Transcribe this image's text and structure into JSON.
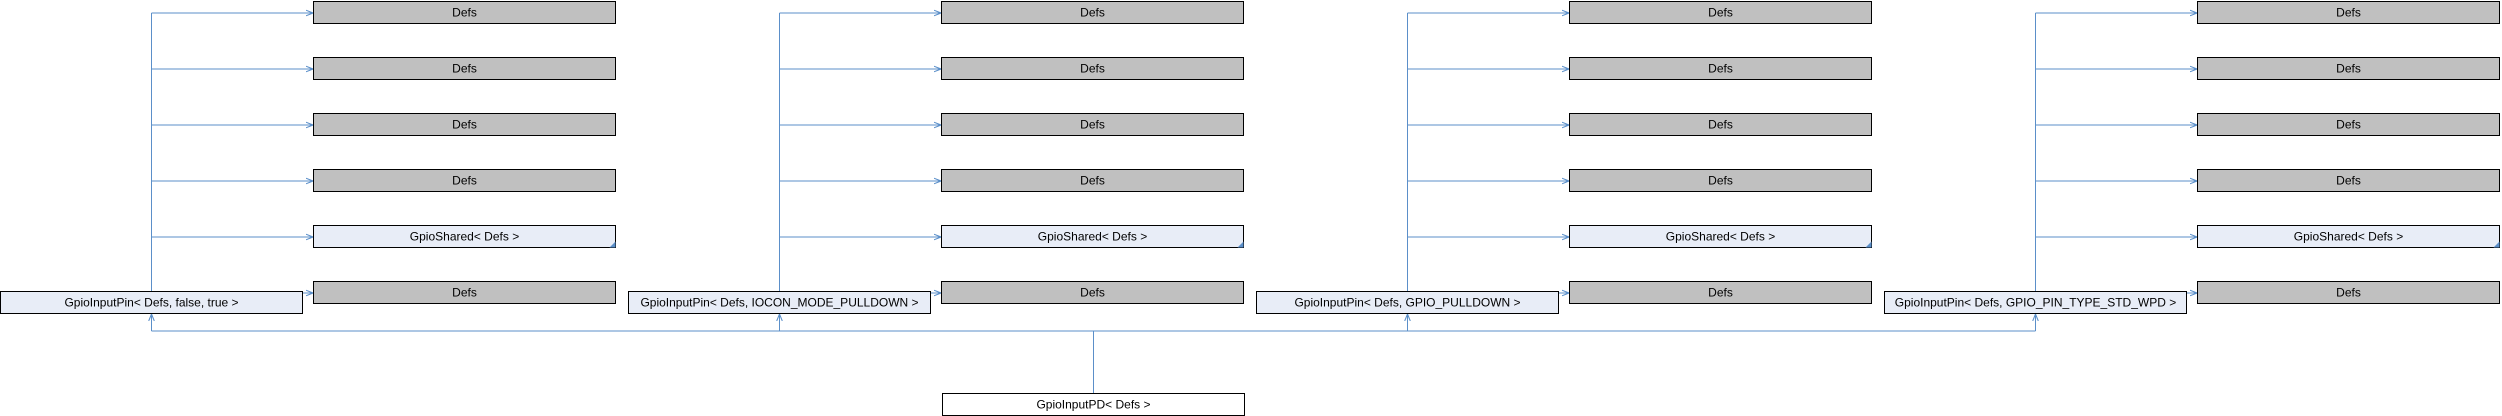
{
  "colors": {
    "edge": "#5b8fc9",
    "box_gray": "#c0c0c0",
    "box_blue": "#e8edf7",
    "box_white": "#ffffff",
    "border": "#000000"
  },
  "groups": [
    {
      "parent": "GpioInputPin< Defs, false, true >",
      "bases": [
        "Defs",
        "Defs",
        "Defs",
        "Defs",
        "GpioShared< Defs >",
        "Defs"
      ]
    },
    {
      "parent": "GpioInputPin< Defs, IOCON_MODE_PULLDOWN >",
      "bases": [
        "Defs",
        "Defs",
        "Defs",
        "Defs",
        "GpioShared< Defs >",
        "Defs"
      ]
    },
    {
      "parent": "GpioInputPin< Defs, GPIO_PULLDOWN >",
      "bases": [
        "Defs",
        "Defs",
        "Defs",
        "Defs",
        "GpioShared< Defs >",
        "Defs"
      ]
    },
    {
      "parent": "GpioInputPin< Defs, GPIO_PIN_TYPE_STD_WPD >",
      "bases": [
        "Defs",
        "Defs",
        "Defs",
        "Defs",
        "GpioShared< Defs >",
        "Defs"
      ]
    }
  ],
  "root": "GpioInputPD< Defs >"
}
